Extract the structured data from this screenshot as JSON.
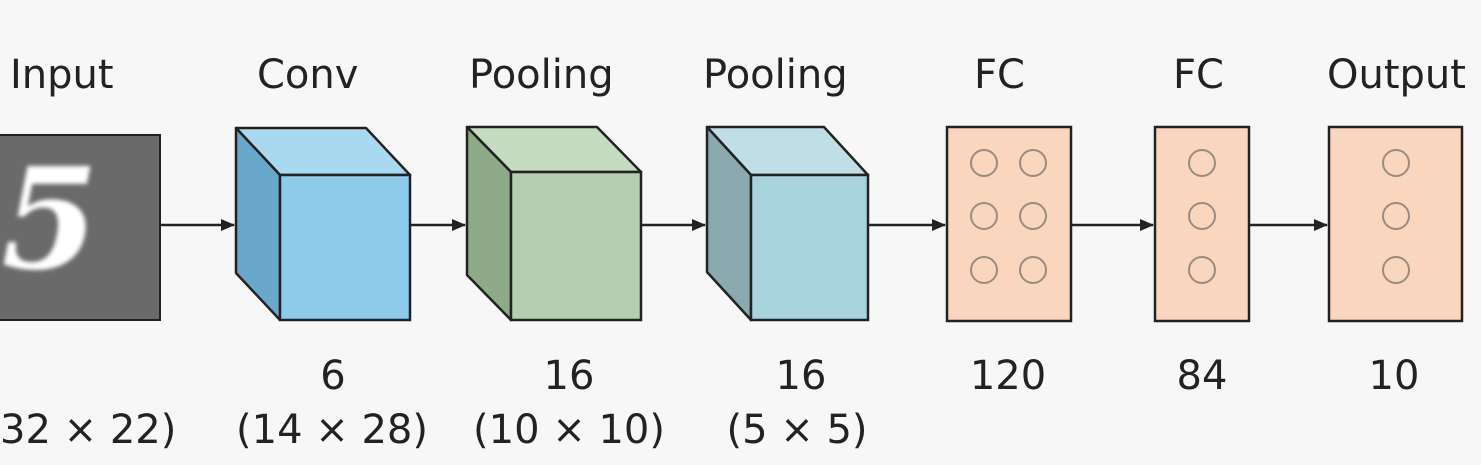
{
  "layers": [
    {
      "id": "input",
      "title": "Input",
      "count": "",
      "dims": "32 × 22)",
      "digit": "5"
    },
    {
      "id": "conv",
      "title": "Conv",
      "count": "6",
      "dims": "(14 × 28)"
    },
    {
      "id": "pool1",
      "title": "Pooling",
      "count": "16",
      "dims": "(10 × 10)"
    },
    {
      "id": "pool2",
      "title": "Pooling",
      "count": "16",
      "dims": "(5 × 5)"
    },
    {
      "id": "fc1",
      "title": "FC",
      "count": "120",
      "dims": ""
    },
    {
      "id": "fc2",
      "title": "FC",
      "count": "84",
      "dims": ""
    },
    {
      "id": "output",
      "title": "Output",
      "count": "10",
      "dims": ""
    }
  ],
  "colors": {
    "conv_front": "#8ecbea",
    "conv_side": "#6aa8cb",
    "conv_top": "#a9d9f1",
    "pool1_front": "#b4cfb0",
    "pool1_side": "#8faa88",
    "pool1_top": "#c5dcc1",
    "pool2_front": "#a9d3dc",
    "pool2_side": "#8baab0",
    "pool2_top": "#bfdee5",
    "fc_fill": "#f9d6bd",
    "neuron_stroke": "#9a8c80",
    "input_bg": "#6a6a6a",
    "edge": "#222222"
  },
  "icons": {
    "arrow": "right-arrow-icon",
    "neuron": "neuron-circle-icon"
  }
}
